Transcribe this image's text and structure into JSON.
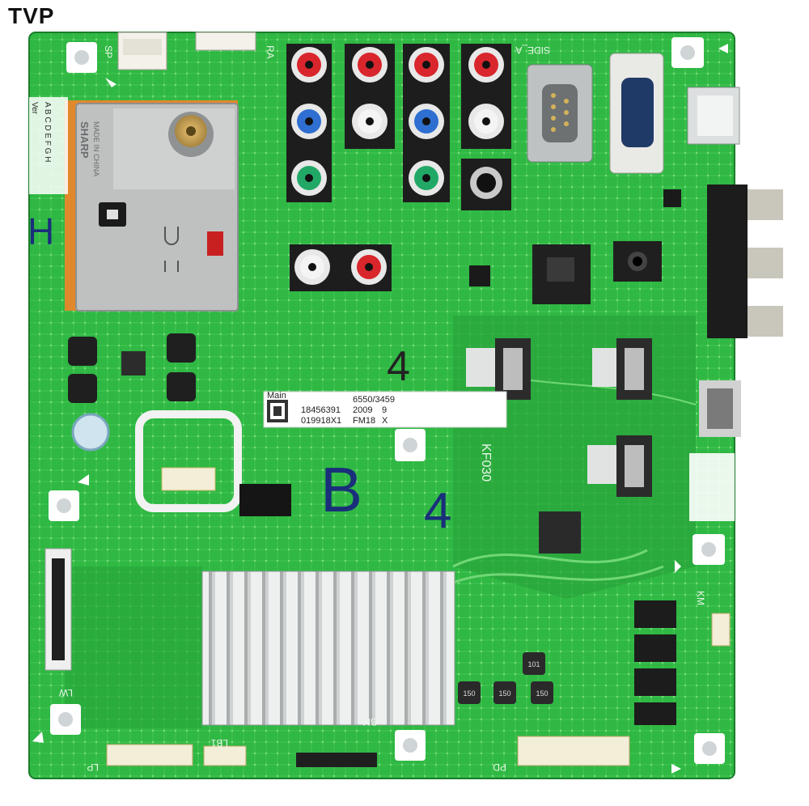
{
  "watermark": "TVP",
  "sticker": {
    "line0": "Main",
    "col1": [
      "18456391",
      "019918X1"
    ],
    "col2": [
      "6550/3459",
      "2009",
      "FM18"
    ],
    "col3": [
      "9",
      "X"
    ]
  },
  "silkscreen": {
    "sp": "SP",
    "ra": "RA",
    "side_a": "SIDE_A",
    "lw": "LW",
    "lb1": "LB1",
    "bm": "BM",
    "lp": "LP",
    "pd": "PD",
    "km": "KM",
    "kf030": "KF030",
    "ver": "Ver",
    "ver_letters": "A B C D E F G H"
  },
  "tuner": {
    "brand": "SHARP",
    "origin": "MADE IN CHINA"
  },
  "inductor_marks": [
    "101",
    "150",
    "150",
    "150"
  ],
  "handwriting": [
    "H",
    "4",
    "B",
    "4"
  ],
  "colors": {
    "pcb": "#2fb843",
    "pcb_dark": "#1f8a30",
    "trace": "#5ad25f",
    "rca_red": "#d8262c",
    "rca_blue": "#2e6fd1",
    "rca_green": "#22a866",
    "heatsink": "#d9dcdd"
  }
}
